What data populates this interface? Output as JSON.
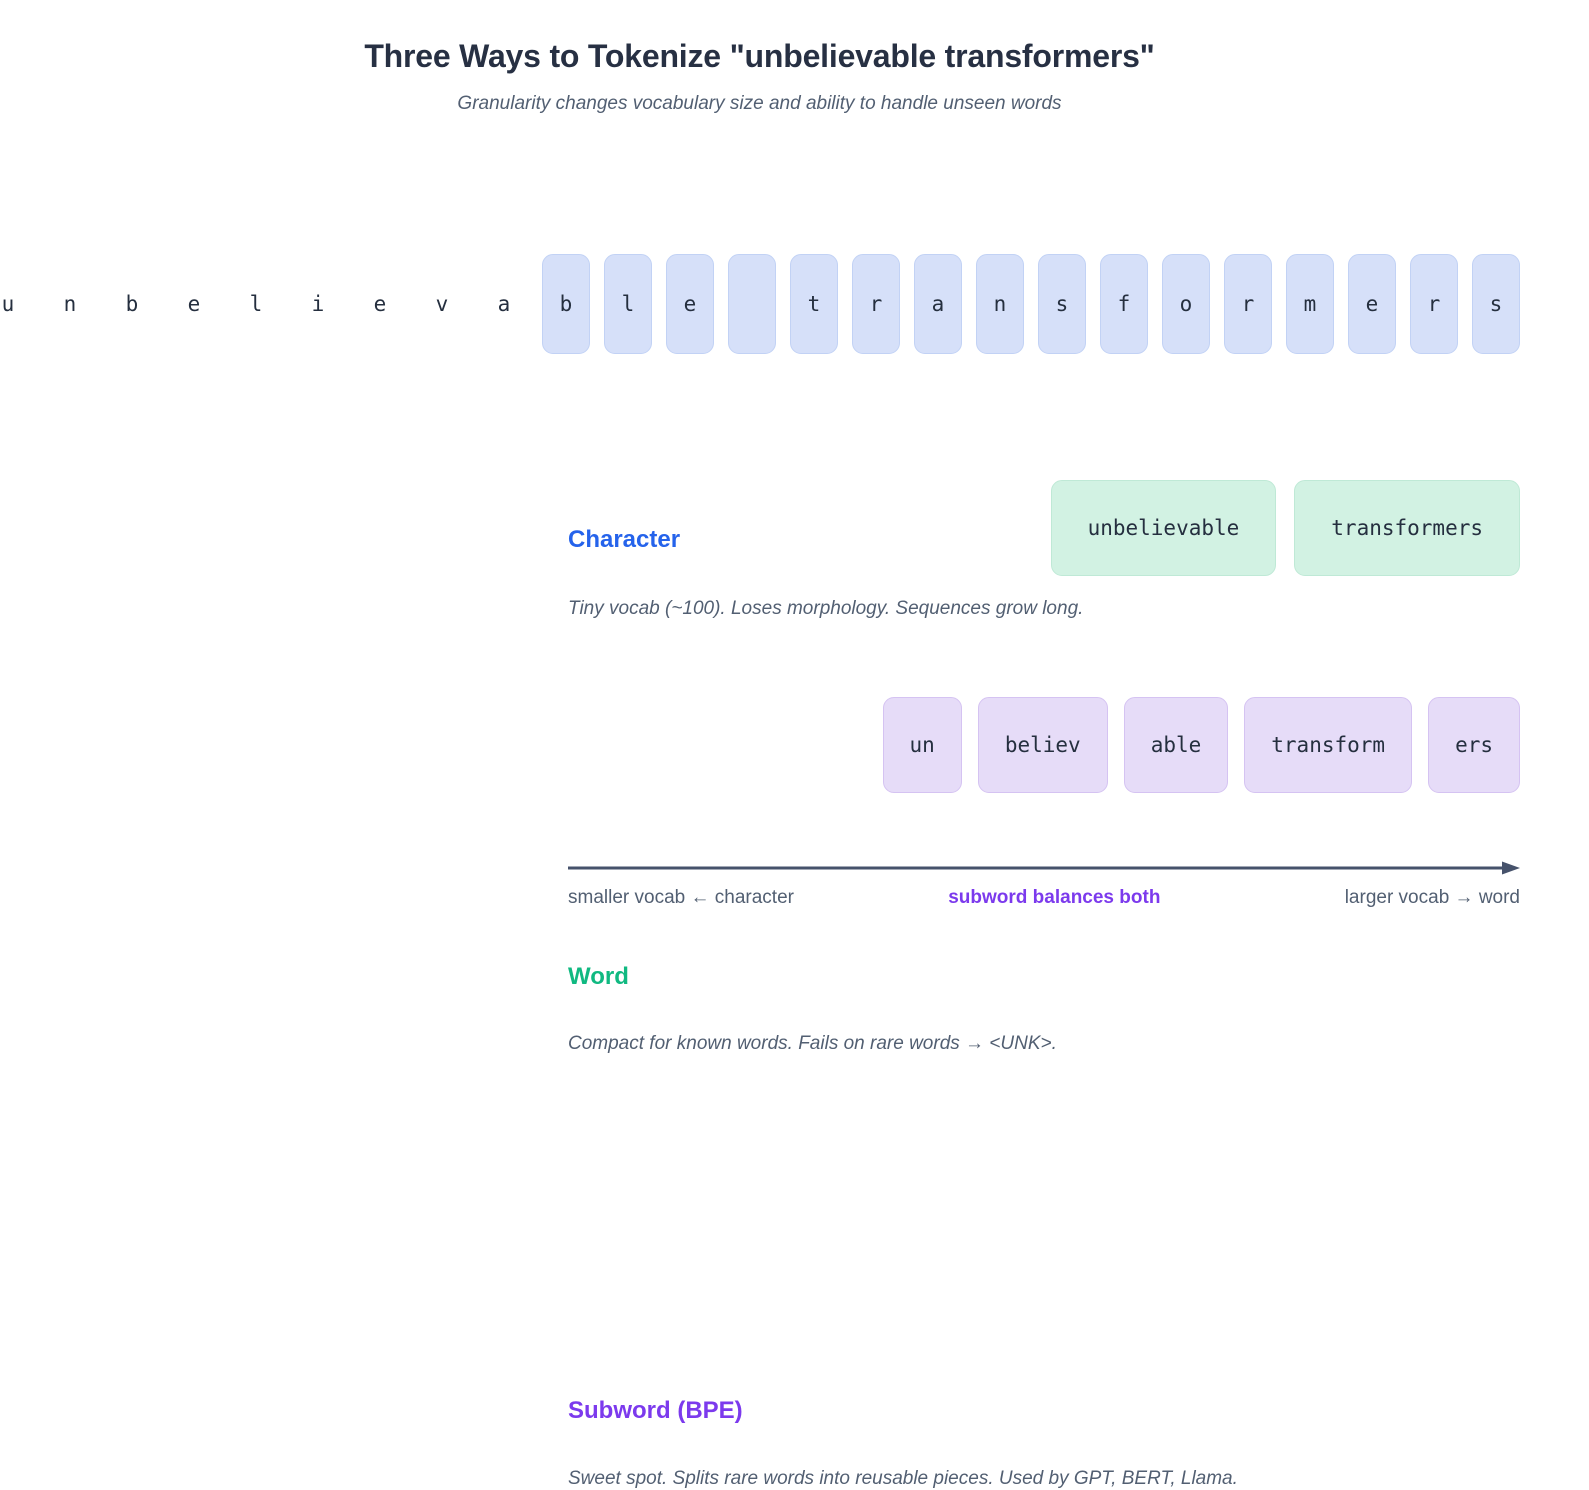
{
  "header": {
    "title": "Three Ways to Tokenize \"unbelievable transformers\"",
    "subtitle": "Granularity changes vocabulary size and ability to handle unseen words"
  },
  "colors": {
    "character_accent": "#2563eb",
    "word_accent": "#10b981",
    "subword_accent": "#7c3aed",
    "character_chip_fill": "#d6e0f9",
    "character_chip_border": "#c2d2f5",
    "word_chip_fill": "#d2f2e3",
    "word_chip_border": "#bfe9d6",
    "subword_chip_fill": "#e6dcf8",
    "subword_chip_border": "#d5c3f2",
    "text": "#252f3f",
    "muted": "#525f72",
    "axis": "#46526b"
  },
  "rows": [
    {
      "id": "character",
      "label": "Character",
      "caption": "Tiny vocab (~100). Loses morphology. Sequences grow long.",
      "tokens": [
        "u",
        "n",
        "b",
        "e",
        "l",
        "i",
        "e",
        "v",
        "a",
        "b",
        "l",
        "e",
        " ",
        "t",
        "r",
        "a",
        "n",
        "s",
        "f",
        "o",
        "r",
        "m",
        "e",
        "r",
        "s"
      ],
      "boxed_from_index": 9,
      "token_count": 25
    },
    {
      "id": "word",
      "label": "Word",
      "caption": "Compact for known words. Fails on rare words → <UNK>.",
      "tokens": [
        "unbelievable",
        "transformers"
      ],
      "token_count": 2
    },
    {
      "id": "subword",
      "label": "Subword (BPE)",
      "caption": "Sweet spot. Splits rare words into reusable pieces. Used by GPT, BERT, Llama.",
      "tokens": [
        "un",
        "believ",
        "able",
        "transform",
        "ers"
      ],
      "token_count": 5
    }
  ],
  "spectrum": {
    "left_label": "smaller vocab ← character",
    "mid_label": "subword balances both",
    "right_label": "larger vocab → word",
    "arrow_direction": "right"
  }
}
